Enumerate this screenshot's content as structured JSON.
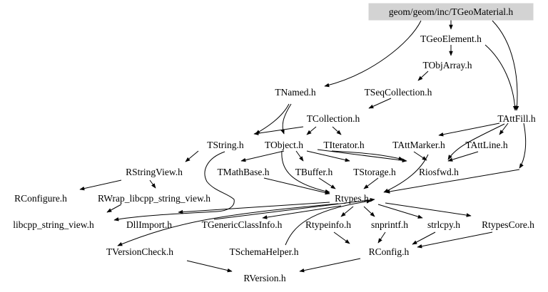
{
  "colors": {
    "root_fill": "#d3d3d3",
    "edge": "#000000",
    "text": "#000000",
    "background": "#ffffff"
  },
  "nodes": {
    "tgeomaterial": "geom/geom/inc/TGeoMaterial.h",
    "tgeoelement": "TGeoElement.h",
    "tobjarray": "TObjArray.h",
    "tnamed": "TNamed.h",
    "tseqcollection": "TSeqCollection.h",
    "tcollection": "TCollection.h",
    "tattfill": "TAttFill.h",
    "tstring": "TString.h",
    "tobject": "TObject.h",
    "titerator": "TIterator.h",
    "tattmarker": "TAttMarker.h",
    "tattline": "TAttLine.h",
    "rstringview": "RStringView.h",
    "tmathbase": "TMathBase.h",
    "tbuffer": "TBuffer.h",
    "tstorage": "TStorage.h",
    "riosfwd": "Riosfwd.h",
    "rconfigure": "RConfigure.h",
    "rwrap": "RWrap_libcpp_string_view.h",
    "rtypes": "Rtypes.h",
    "libcpp": "libcpp_string_view.h",
    "dllimport": "DllImport.h",
    "tgenericclassinfo": "TGenericClassInfo.h",
    "rtypeinfo": "Rtypeinfo.h",
    "snprintf": "snprintf.h",
    "strlcpy": "strlcpy.h",
    "rtypescore": "RtypesCore.h",
    "tversioncheck": "TVersionCheck.h",
    "tschemahelper": "TSchemaHelper.h",
    "rconfig": "RConfig.h",
    "rversion": "RVersion.h"
  }
}
